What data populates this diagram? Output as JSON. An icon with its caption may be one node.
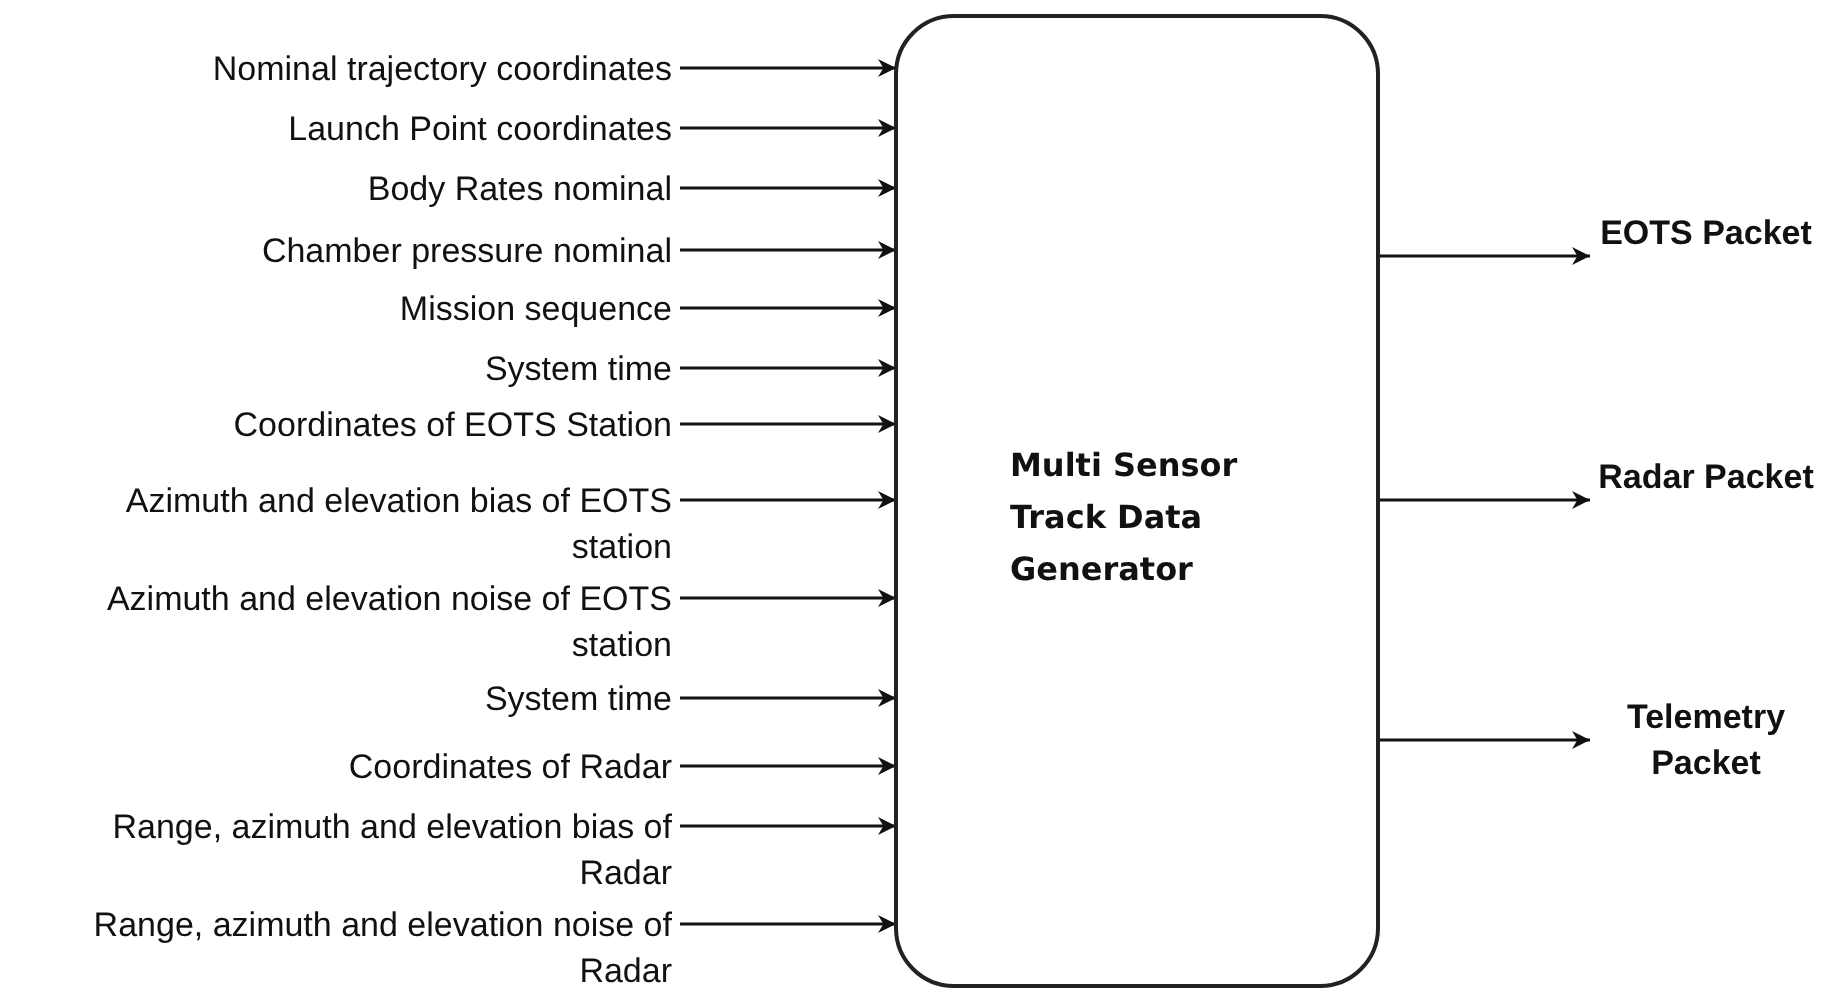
{
  "diagram": {
    "nodes": [
      {
        "text": [
          "Nominal trajectory coordinates"
        ]
      },
      {
        "text": [
          "Launch Point coordinates"
        ]
      },
      {
        "text": [
          "Body Rates nominal"
        ]
      },
      {
        "text": [
          "Chamber pressure nominal"
        ]
      },
      {
        "text": [
          "Mission sequence"
        ]
      },
      {
        "text": [
          "System time"
        ]
      },
      {
        "text": [
          "Coordinates of EOTS Station"
        ]
      },
      {
        "text": [
          "Azimuth and elevation bias of EOTS station"
        ]
      },
      {
        "text": [
          "Azimuth and elevation noise of EOTS station"
        ]
      },
      {
        "text": [
          "System time"
        ]
      },
      {
        "text": [
          "Coordinates of Radar"
        ]
      },
      {
        "text": [
          "Range, azimuth and elevation bias of Radar"
        ]
      },
      {
        "text": [
          "Range, azimuth and elevation noise of Radar"
        ]
      },
      {
        "text": [
          "Multi Sensor Track Data Generator"
        ]
      },
      {
        "text": [
          "EOTS Packet"
        ]
      },
      {
        "text": [
          "Radar Packet"
        ]
      },
      {
        "text": [
          "Telemetry Packet"
        ]
      }
    ],
    "edges": [
      {
        "from": 0,
        "to": 13,
        "arrow": "to"
      },
      {
        "from": 1,
        "to": 13,
        "arrow": "to"
      },
      {
        "from": 2,
        "to": 13,
        "arrow": "to"
      },
      {
        "from": 3,
        "to": 13,
        "arrow": "to"
      },
      {
        "from": 4,
        "to": 13,
        "arrow": "to"
      },
      {
        "from": 5,
        "to": 13,
        "arrow": "to"
      },
      {
        "from": 6,
        "to": 13,
        "arrow": "to"
      },
      {
        "from": 7,
        "to": 13,
        "arrow": "to"
      },
      {
        "from": 8,
        "to": 13,
        "arrow": "to"
      },
      {
        "from": 9,
        "to": 13,
        "arrow": "to"
      },
      {
        "from": 10,
        "to": 13,
        "arrow": "to"
      },
      {
        "from": 11,
        "to": 13,
        "arrow": "to"
      },
      {
        "from": 12,
        "to": 13,
        "arrow": "to"
      },
      {
        "from": 13,
        "to": 14,
        "arrow": "to"
      },
      {
        "from": 13,
        "to": 15,
        "arrow": "to"
      },
      {
        "from": 13,
        "to": 16,
        "arrow": "to"
      }
    ]
  }
}
